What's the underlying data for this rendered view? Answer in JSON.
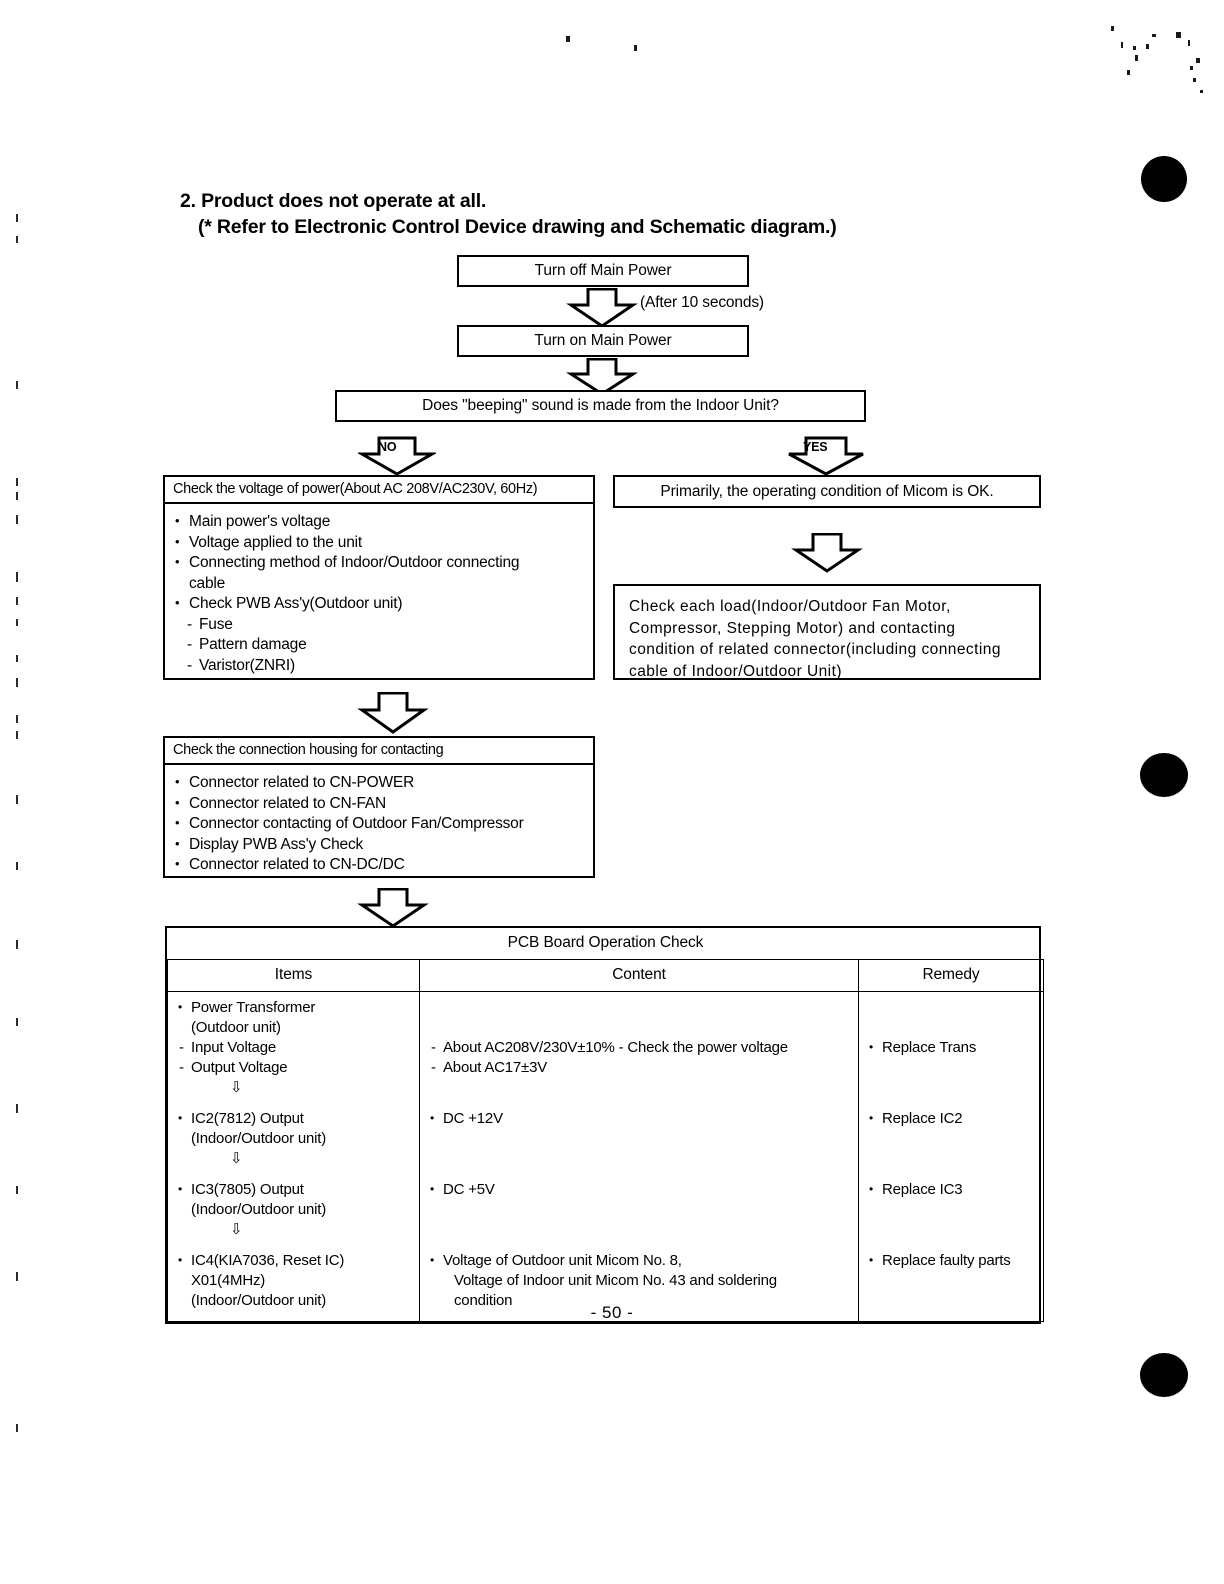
{
  "document": {
    "section_number": "2.",
    "heading": "2. Product does not operate at all.",
    "subheading": "(* Refer to Electronic Control Device drawing and Schematic diagram.)",
    "page_number": "- 50 -"
  },
  "flowchart": {
    "step_turn_off": "Turn off Main Power",
    "step_turn_on": "Turn on Main Power",
    "delay_note": "(After 10 seconds)",
    "decision": "Does \"beeping\" sound is made from the Indoor Unit?",
    "branch_no_label": "NO",
    "branch_yes_label": "YES",
    "no_branch": {
      "header": "Check the voltage of power(About AC 208V/AC230V, 60Hz)",
      "items": [
        {
          "marker": "bullet",
          "text": "Main power's voltage"
        },
        {
          "marker": "bullet",
          "text": "Voltage applied to the unit"
        },
        {
          "marker": "bullet",
          "text": "Connecting method of Indoor/Outdoor connecting"
        },
        {
          "marker": "cont",
          "text": "cable"
        },
        {
          "marker": "bullet",
          "text": "Check PWB Ass'y(Outdoor unit)"
        },
        {
          "marker": "dash",
          "text": "Fuse"
        },
        {
          "marker": "dash",
          "text": "Pattern damage"
        },
        {
          "marker": "dash",
          "text": "Varistor(ZNRI)"
        }
      ]
    },
    "yes_branch": {
      "statement": "Primarily, the operating condition of Micom is OK.",
      "check_load_lines": [
        "Check each load(Indoor/Outdoor Fan Motor,",
        "Compressor, Stepping Motor) and contacting",
        "condition of related connector(including connecting",
        "cable of Indoor/Outdoor Unit)"
      ]
    },
    "connection_housing": {
      "header": "Check the connection housing for contacting",
      "items": [
        {
          "marker": "bullet",
          "text": "Connector related to CN-POWER"
        },
        {
          "marker": "bullet",
          "text": "Connector related to CN-FAN"
        },
        {
          "marker": "bullet",
          "text": "Connector contacting of Outdoor Fan/Compressor"
        },
        {
          "marker": "bullet",
          "text": "Display PWB Ass'y Check"
        },
        {
          "marker": "bullet",
          "text": "Connector related to CN-DC/DC"
        }
      ]
    }
  },
  "pcb_table": {
    "title": "PCB Board Operation Check",
    "columns": [
      "Items",
      "Content",
      "Remedy"
    ],
    "rows": [
      {
        "items": [
          {
            "marker": "b",
            "text": "Power Transformer"
          },
          {
            "marker": "plain",
            "text": "(Outdoor unit)"
          },
          {
            "marker": "d",
            "text": "Input Voltage"
          },
          {
            "marker": "d",
            "text": "Output Voltage"
          }
        ],
        "content": [
          {
            "marker": "d",
            "text": "About AC208V/230V±10% - Check the power voltage"
          },
          {
            "marker": "d",
            "text": "About AC17±3V"
          }
        ],
        "remedy": [
          {
            "marker": "b",
            "text": "Replace Trans"
          }
        ]
      },
      {
        "items": [
          {
            "marker": "b",
            "text": "IC2(7812) Output"
          },
          {
            "marker": "plain",
            "text": "(Indoor/Outdoor unit)"
          }
        ],
        "content": [
          {
            "marker": "b",
            "text": "DC +12V"
          }
        ],
        "remedy": [
          {
            "marker": "b",
            "text": "Replace IC2"
          }
        ]
      },
      {
        "items": [
          {
            "marker": "b",
            "text": "IC3(7805) Output"
          },
          {
            "marker": "plain",
            "text": "(Indoor/Outdoor unit)"
          }
        ],
        "content": [
          {
            "marker": "b",
            "text": "DC +5V"
          }
        ],
        "remedy": [
          {
            "marker": "b",
            "text": "Replace IC3"
          }
        ]
      },
      {
        "items": [
          {
            "marker": "b",
            "text": "IC4(KIA7036, Reset IC)"
          },
          {
            "marker": "plain",
            "text": "X01(4MHz)"
          },
          {
            "marker": "plain",
            "text": "(Indoor/Outdoor unit)"
          }
        ],
        "content": [
          {
            "marker": "b",
            "text": "Voltage of Outdoor unit Micom No. 8,"
          },
          {
            "marker": "indent",
            "text": "Voltage of Indoor unit Micom No. 43 and soldering"
          },
          {
            "marker": "indent",
            "text": "condition"
          }
        ],
        "remedy": [
          {
            "marker": "b",
            "text": "Replace faulty parts"
          }
        ]
      }
    ],
    "flow_arrow_glyph": "⇩"
  },
  "colors": {
    "ink": "#000000",
    "paper": "#ffffff"
  }
}
